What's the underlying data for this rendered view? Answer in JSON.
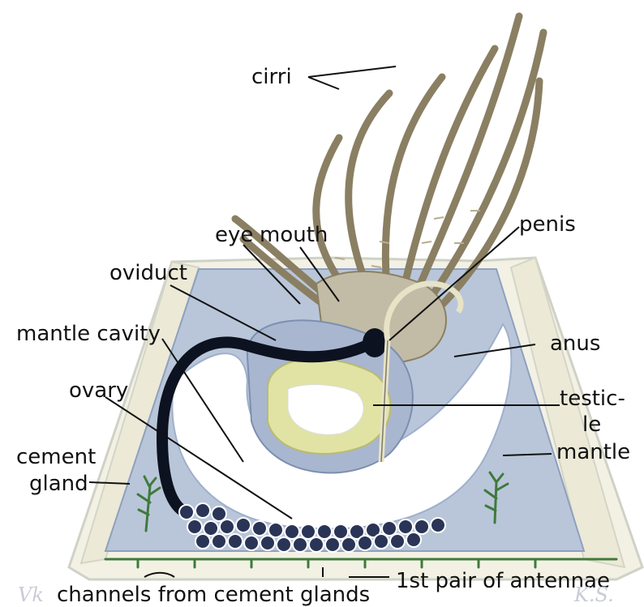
{
  "labels": {
    "cirri": "cirri",
    "eye": "eye",
    "mouth": "mouth",
    "penis": "penis",
    "oviduct": "oviduct",
    "mantle_cavity": "mantle cavity",
    "anus": "anus",
    "ovary": "ovary",
    "testicle_line1": "testic-",
    "testicle_line2": "le",
    "mantle": "mantle",
    "cement_gland_line1": "cement",
    "cement_gland_line2": "gland",
    "channels": "channels from cement glands",
    "antennae": "1st pair of antennae"
  },
  "signatures": {
    "left": "Vk",
    "right": "K.S."
  },
  "colors": {
    "shell": "#f3f1e4",
    "shell_edge": "#cfd2c6",
    "mantle": "#b9c6d9",
    "mantle_dark": "#8ea0bf",
    "body": "#c2bca6",
    "cirri": "#8a7f62",
    "yolk": "#e1e3a4",
    "oviduct": "#0d1220",
    "egg": "#2a3457",
    "gland": "#3f7a3c"
  }
}
